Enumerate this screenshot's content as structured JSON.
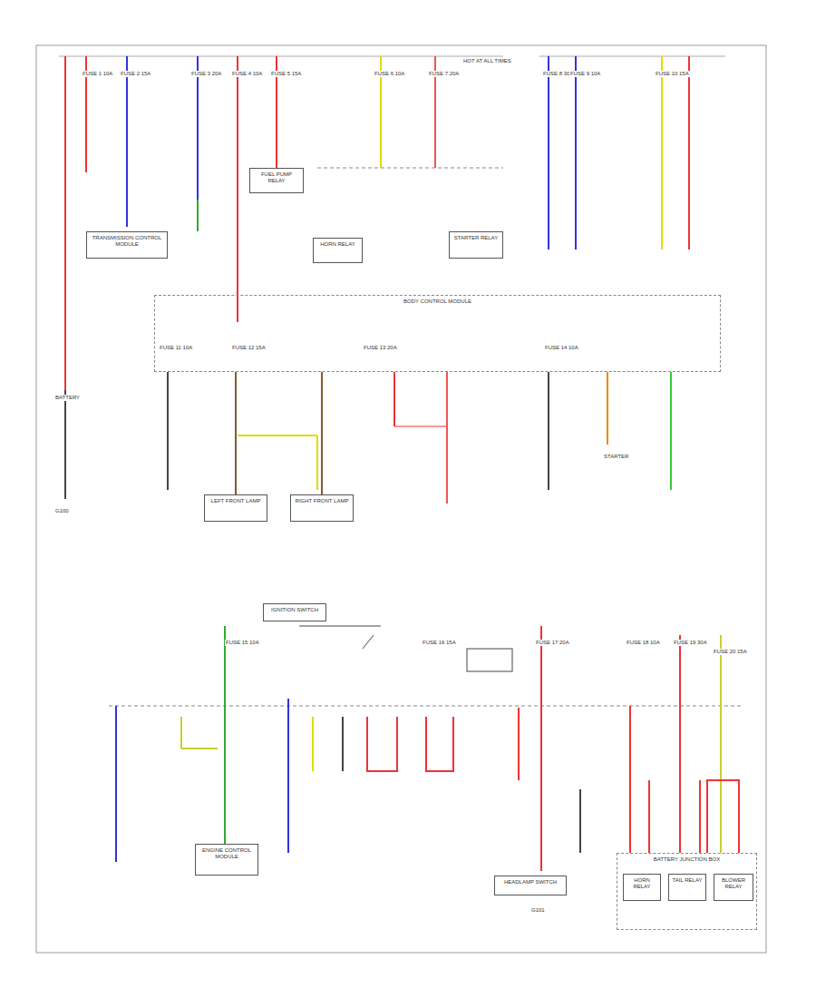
{
  "diagram": {
    "nodes": [
      {
        "text": [
          "TRANSMISSION CONTROL MODULE"
        ]
      },
      {
        "text": [
          "FUEL PUMP RELAY"
        ]
      },
      {
        "text": [
          "HORN RELAY"
        ]
      },
      {
        "text": [
          "STARTER RELAY"
        ]
      },
      {
        "text": [
          "BODY CONTROL MODULE"
        ]
      },
      {
        "text": [
          "LEFT FRONT LAMP"
        ]
      },
      {
        "text": [
          "RIGHT FRONT LAMP"
        ]
      },
      {
        "text": [
          "BATTERY JUNCTION BOX"
        ]
      },
      {
        "text": [
          "HORN RELAY"
        ],
        "in": 7
      },
      {
        "text": [
          "TAIL RELAY"
        ],
        "in": 7
      },
      {
        "text": [
          "BLOWER RELAY"
        ],
        "in": 7
      },
      {
        "text": [
          "ENGINE CONTROL MODULE"
        ]
      },
      {
        "text": [
          "HEADLAMP SWITCH"
        ]
      },
      {
        "text": [
          "IGNITION SWITCH"
        ]
      }
    ],
    "edges": [
      {
        "from": 4,
        "to": 5,
        "arrow": "none"
      },
      {
        "from": 4,
        "to": 6,
        "arrow": "none"
      }
    ],
    "labels": [
      "HOT AT ALL TIMES",
      "FUSE 1 10A",
      "FUSE 2 15A",
      "FUSE 3 20A",
      "FUSE 4 10A",
      "FUSE 5 15A",
      "FUSE 6 10A",
      "FUSE 7 20A",
      "FUSE 8 30A",
      "FUSE 9 10A",
      "FUSE 10 15A",
      "BATTERY",
      "G100",
      "FUSE 11 10A",
      "FUSE 12 15A",
      "FUSE 13 20A",
      "FUSE 14 10A",
      "STARTER",
      "FUSE 15 10A",
      "FUSE 16 15A",
      "FUSE 17 20A",
      "FUSE 18 10A",
      "FUSE 19 30A",
      "FUSE 20 15A",
      "G101"
    ]
  }
}
